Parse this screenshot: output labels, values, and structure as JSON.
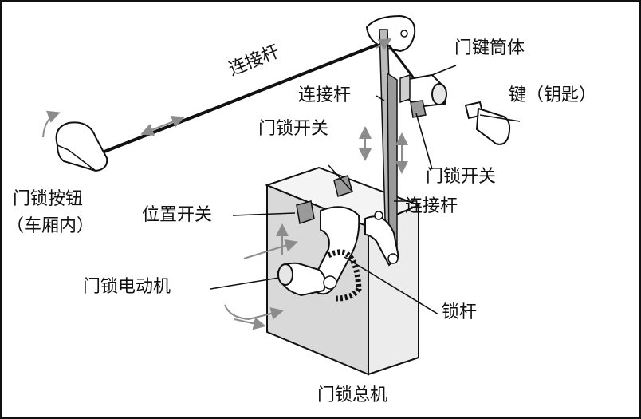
{
  "labels": {
    "rod_long": "连接杆",
    "rod_mid": "连接杆",
    "rod_right": "连接杆",
    "key_cylinder": "门键筒体",
    "key": "键（钥匙）",
    "switch_upper_left": "门锁开关",
    "switch_right": "门锁开关",
    "button_line1": "门锁按钮",
    "button_line2": "（车厢内）",
    "position_switch": "位置开关",
    "motor": "门锁电动机",
    "lock_lever": "锁杆",
    "main_unit": "门锁总机"
  },
  "colors": {
    "stroke": "#111111",
    "fill_light": "#ffffff",
    "fill_shade": "#d9d9d9",
    "fill_dark": "#9a9a9a",
    "arrow": "#8c8c8c"
  }
}
